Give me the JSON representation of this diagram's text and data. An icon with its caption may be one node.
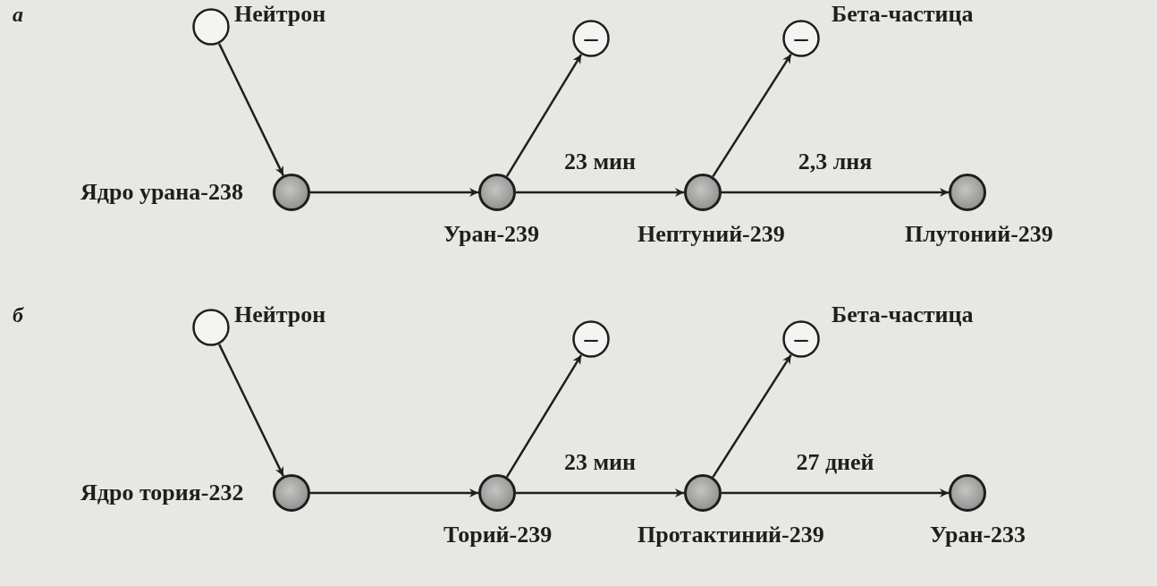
{
  "diagram": {
    "nodes": [
      {
        "text": [],
        "shape": "circle",
        "beside": [
          "Нейтрон"
        ]
      },
      {
        "text": [],
        "shape": "sphere",
        "beside": [
          "Ядро урана-238"
        ]
      },
      {
        "text": [
          "–"
        ]
      },
      {
        "text": [],
        "shape": "sphere",
        "beside": [
          "Уран-239"
        ]
      },
      {
        "text": [
          "–"
        ],
        "beside": [
          "Бета-частица"
        ]
      },
      {
        "text": [],
        "shape": "sphere",
        "beside": [
          "Нептуний-239"
        ]
      },
      {
        "text": [],
        "shape": "sphere",
        "beside": [
          "Плутоний-239"
        ]
      },
      {
        "text": [],
        "shape": "circle",
        "beside": [
          "Нейтрон"
        ]
      },
      {
        "text": [],
        "shape": "sphere",
        "beside": [
          "Ядро тория-232"
        ]
      },
      {
        "text": [
          "–"
        ]
      },
      {
        "text": [],
        "shape": "sphere",
        "beside": [
          "Торий-239"
        ]
      },
      {
        "text": [
          "–"
        ],
        "beside": [
          "Бета-частица"
        ]
      },
      {
        "text": [],
        "shape": "sphere",
        "beside": [
          "Протактиний-239"
        ]
      },
      {
        "text": [],
        "shape": "sphere",
        "beside": [
          "Уран-233"
        ]
      }
    ],
    "edges": [
      {
        "from": 0,
        "to": 1,
        "arrow": "to"
      },
      {
        "from": 1,
        "to": 3,
        "arrow": "to"
      },
      {
        "from": 3,
        "to": 2,
        "arrow": "to"
      },
      {
        "from": 3,
        "to": 5,
        "arrow": "to",
        "label": "23 мин"
      },
      {
        "from": 5,
        "to": 4,
        "arrow": "to"
      },
      {
        "from": 5,
        "to": 6,
        "arrow": "to",
        "label": "2,3 лня"
      },
      {
        "from": 7,
        "to": 8,
        "arrow": "to"
      },
      {
        "from": 8,
        "to": 10,
        "arrow": "to"
      },
      {
        "from": 10,
        "to": 9,
        "arrow": "to"
      },
      {
        "from": 10,
        "to": 12,
        "arrow": "to",
        "label": "23 мин"
      },
      {
        "from": 12,
        "to": 11,
        "arrow": "to"
      },
      {
        "from": 12,
        "to": 13,
        "arrow": "to",
        "label": "27 дней"
      }
    ],
    "labels": [
      "а",
      "б"
    ]
  }
}
